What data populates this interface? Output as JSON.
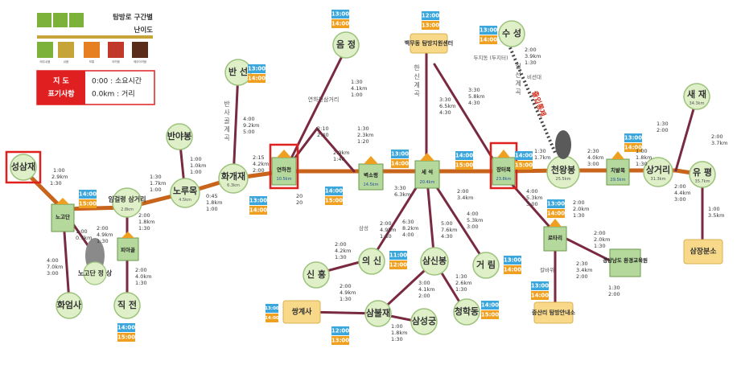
{
  "legend": {
    "title_line1": "탐방로 구간별",
    "title_line2": "난이도",
    "levels": [
      {
        "name": "매우쉬움",
        "color": "#7db23a"
      },
      {
        "name": "쉬움",
        "color": "#c6a437"
      },
      {
        "name": "보통",
        "color": "#e67e22"
      },
      {
        "name": "어려움",
        "color": "#c0392b"
      },
      {
        "name": "매우어려움",
        "color": "#5a2d1a"
      }
    ],
    "key_label_line1": "지  도",
    "key_label_line2": "표기사항",
    "key_time": "0:00 : 소요시간",
    "key_dist": "0.0km : 거리"
  },
  "nodes": [
    {
      "id": "seongsamjae",
      "label": "성삼재",
      "highlight": true
    },
    {
      "id": "hwaeomsa",
      "label": "화엄사"
    },
    {
      "id": "nogodan-jeongsang",
      "label": "노고단 정 상"
    },
    {
      "id": "jikjeon",
      "label": "직 전"
    },
    {
      "id": "piagol",
      "label": "피아골"
    },
    {
      "id": "imgeollyeong",
      "label": "임걸령 삼거리",
      "sub": "2.8km"
    },
    {
      "id": "nogodan",
      "label": "노고단"
    },
    {
      "id": "norumok",
      "label": "노루목",
      "sub": "4.5km"
    },
    {
      "id": "banyabong",
      "label": "반야봉"
    },
    {
      "id": "hwagaejae",
      "label": "화개재",
      "sub": "6.3km"
    },
    {
      "id": "banseon",
      "label": "반 선"
    },
    {
      "id": "yeonhacheon",
      "label": "연하천",
      "sub": "10.5km",
      "highlight": true
    },
    {
      "id": "eumjeong",
      "label": "음 정"
    },
    {
      "id": "byeoksoryeong",
      "label": "벽소령",
      "sub": "14.5km"
    },
    {
      "id": "baengmudong",
      "label": "백무동 탐방지원센터"
    },
    {
      "id": "seseok",
      "label": "세 석",
      "sub": "20.4km"
    },
    {
      "id": "jangteomok",
      "label": "장터목",
      "sub": "23.8km",
      "highlight": true
    },
    {
      "id": "cheonwangbong",
      "label": "천왕봉",
      "sub": "25.5km"
    },
    {
      "id": "chibatmok",
      "label": "치밭목",
      "sub": "29.5km"
    },
    {
      "id": "sanggeori",
      "label": "상거리",
      "sub": "31.3km"
    },
    {
      "id": "saejae",
      "label": "새 재",
      "sub": "34.3km"
    },
    {
      "id": "yupyeong",
      "label": "유 평",
      "sub": "35.7km"
    },
    {
      "id": "samjangbunso",
      "label": "삼장분소"
    },
    {
      "id": "suseong",
      "label": "수 성"
    },
    {
      "id": "rotary",
      "label": "로타리"
    },
    {
      "id": "gyeongsangnamdo",
      "label": "경상남도 환경교육원"
    },
    {
      "id": "jungsanri",
      "label": "중산리 탐방안내소"
    },
    {
      "id": "geoim",
      "label": "거 림"
    },
    {
      "id": "samsinbong",
      "label": "삼신봉"
    },
    {
      "id": "cheonghakdong",
      "label": "청학동"
    },
    {
      "id": "uisin",
      "label": "의 신"
    },
    {
      "id": "sinheung",
      "label": "신 흥"
    },
    {
      "id": "ssanggyesa",
      "label": "쌍계사"
    },
    {
      "id": "sambuljae",
      "label": "삼불재"
    },
    {
      "id": "samseonggung",
      "label": "삼성궁"
    }
  ],
  "vertical_labels": {
    "banseon_trail": "반 사 골 계 곡",
    "yeonha_trail": "연하천삼거리",
    "hansin_trail": "한 신 계 곡",
    "chilseon_trail": "칠 선 계 곡",
    "closed": "출입통제",
    "suseong_note": "두지동 (두지터)",
    "bichuseon": "비선대",
    "samseong_label": "삼성",
    "chalbawi": "칼바위"
  },
  "times": [
    {
      "time": "13:00",
      "alt": "14:00"
    },
    {
      "time": "14:00",
      "alt": "15:00"
    },
    {
      "time": "11:00",
      "alt": "12:00"
    },
    {
      "time": "12:00",
      "alt": "13:00"
    }
  ],
  "distances": {
    "d1": "1:00",
    "d1b": "2.9km",
    "d1c": "1:30",
    "d2": "1:30",
    "d2b": "1.7km",
    "d2c": "1:00",
    "d3": "1:00",
    "d3b": "1.0km",
    "d3c": "1:00",
    "d4": "0:45",
    "d4b": "1.8km",
    "d4c": "1:00",
    "d5": "4:00",
    "d5b": "9.2km",
    "d5c": "5:00",
    "d6": "2:15",
    "d6b": "4.2km",
    "d6c": "2:00",
    "d7": "1:30",
    "d7b": "4.1km",
    "d7c": "1:00",
    "d8": "2:10",
    "d8b": "2:40",
    "d9": "1:30",
    "d9b": "2.3km",
    "d9c": "1:20",
    "d10": "2.9km",
    "d10b": "1:40",
    "d11": "3:30",
    "d11b": "6.3km",
    "d12": "3:30",
    "d12b": "6.5km",
    "d12c": "4:30",
    "d13": "3:30",
    "d13b": "5.8km",
    "d13c": "4:30",
    "d14": "2:00",
    "d14b": "3.4km",
    "d15": "1:30",
    "d15b": "1.7km",
    "d16": "2:00",
    "d16b": "3.9km",
    "d16c": "1:30",
    "d17": "2:30",
    "d17b": "4.0km",
    "d17c": "3:00",
    "d18": "1:00",
    "d18b": "1.8km",
    "d18c": "1:30",
    "d19": "1:30",
    "d19b": "2:00",
    "d20": "2:00",
    "d20b": "3.7km",
    "d21": "2:00",
    "d21b": "4.4km",
    "d21c": "3:00",
    "d22": "1:00",
    "d22b": "3.5km",
    "d23": "2:00",
    "d23b": "2.0km",
    "d23c": "1:30",
    "d24": "2:00",
    "d24b": "2.0km",
    "d24c": "1:30",
    "d25": "2:30",
    "d25b": "3.4km",
    "d25c": "2:00",
    "d26": "1:30",
    "d26b": "2:00",
    "d27": "4:00",
    "d27b": "5.3km",
    "d27c": "3:00",
    "d28": "4:00",
    "d28b": "5.3km",
    "d28c": "3:00",
    "d29": "5:00",
    "d29b": "7.6km",
    "d29c": "4:30",
    "d30": "2:00",
    "d30b": "4.2km",
    "d30c": "1:30",
    "d31": "2:00",
    "d31b": "4.9km",
    "d31c": "1:30",
    "d32": "3:00",
    "d32b": "4.1km",
    "d32c": "2:00",
    "d33": "1:30",
    "d33b": "2.6km",
    "d33c": "1:30",
    "d34": "1:00",
    "d34b": "1.8km",
    "d34c": "1:30",
    "d35": "4:00",
    "d35b": "7.0km",
    "d35c": "3:00",
    "d36": "2:00",
    "d36b": "4.0km",
    "d36c": "1:30",
    "d37": "2:00",
    "d37b": "1.8km",
    "d37c": "1:30",
    "d38": "2:00",
    "d38b": "4.9km",
    "d38c": "1:30",
    "d39": "1:00",
    "d39b": "0.7km",
    "d40": "6:30",
    "d40b": "8.2km",
    "d40c": "4:00",
    "d41": "2:00",
    "d41b": "4.9km",
    "d41c": "1:30",
    "d42": "20",
    "d42b": "20"
  }
}
